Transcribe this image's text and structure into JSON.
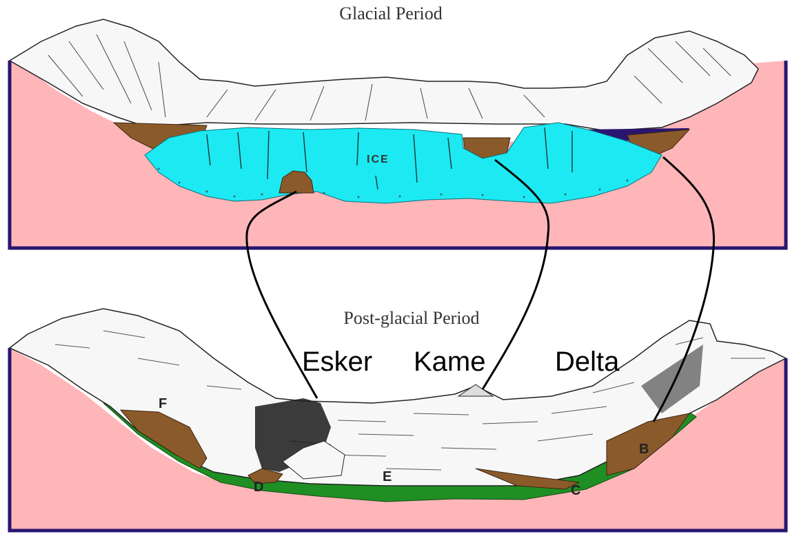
{
  "panels": {
    "glacial": {
      "title": "Glacial Period",
      "ice_label": "ICE"
    },
    "post_glacial": {
      "title": "Post-glacial Period"
    }
  },
  "landforms": [
    "Esker",
    "Kame",
    "Delta"
  ],
  "point_labels": [
    "F",
    "D",
    "E",
    "C",
    "B"
  ],
  "colors": {
    "bedrock": "#ffb6b9",
    "ice": "#1de9f2",
    "sediment": "#8b5a2b",
    "vegetation": "#1f8f23",
    "water": "#2a1570",
    "frame": "#2a1570",
    "snow": "#f7f7f7",
    "connector": "#000000"
  }
}
